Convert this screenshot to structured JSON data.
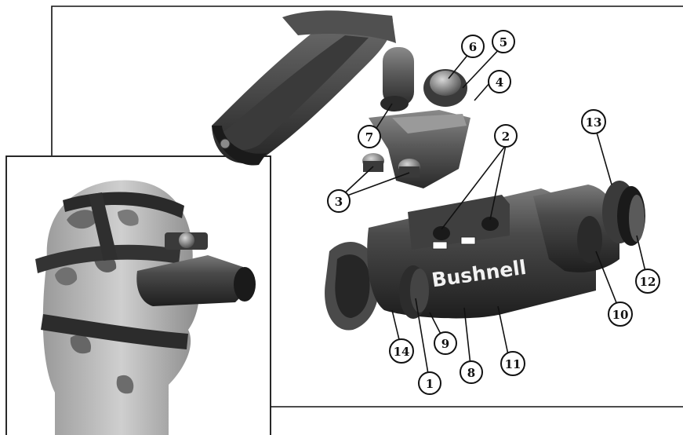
{
  "figure": {
    "brand_label": "Bushnell",
    "callouts": [
      {
        "id": "callout-1",
        "label": "1"
      },
      {
        "id": "callout-2",
        "label": "2"
      },
      {
        "id": "callout-3",
        "label": "3"
      },
      {
        "id": "callout-4",
        "label": "4"
      },
      {
        "id": "callout-5",
        "label": "5"
      },
      {
        "id": "callout-6",
        "label": "6"
      },
      {
        "id": "callout-7",
        "label": "7"
      },
      {
        "id": "callout-8",
        "label": "8"
      },
      {
        "id": "callout-9",
        "label": "9"
      },
      {
        "id": "callout-10",
        "label": "10"
      },
      {
        "id": "callout-11",
        "label": "11"
      },
      {
        "id": "callout-12",
        "label": "12"
      },
      {
        "id": "callout-13",
        "label": "13"
      },
      {
        "id": "callout-14",
        "label": "14"
      }
    ]
  }
}
